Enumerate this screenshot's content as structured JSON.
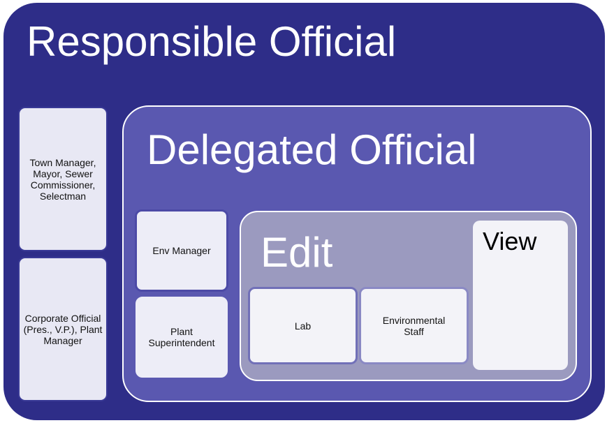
{
  "diagram": {
    "responsible": {
      "title": "Responsible Official",
      "roles": [
        "Town Manager, Mayor, Sewer Commissioner, Selectman",
        "Corporate Official (Pres., V.P.), Plant Manager"
      ]
    },
    "delegated": {
      "title": "Delegated Official",
      "roles": [
        "Env Manager",
        "Plant Superintendent"
      ]
    },
    "edit": {
      "title": "Edit",
      "roles": [
        "Lab",
        "Environmental Staff"
      ]
    },
    "view": {
      "title": "View"
    }
  },
  "colors": {
    "outer": "#2e2d88",
    "delegated": "#5a58b0",
    "edit": "#9b9abf",
    "box": "#ededf7",
    "border": "#ffffff"
  }
}
